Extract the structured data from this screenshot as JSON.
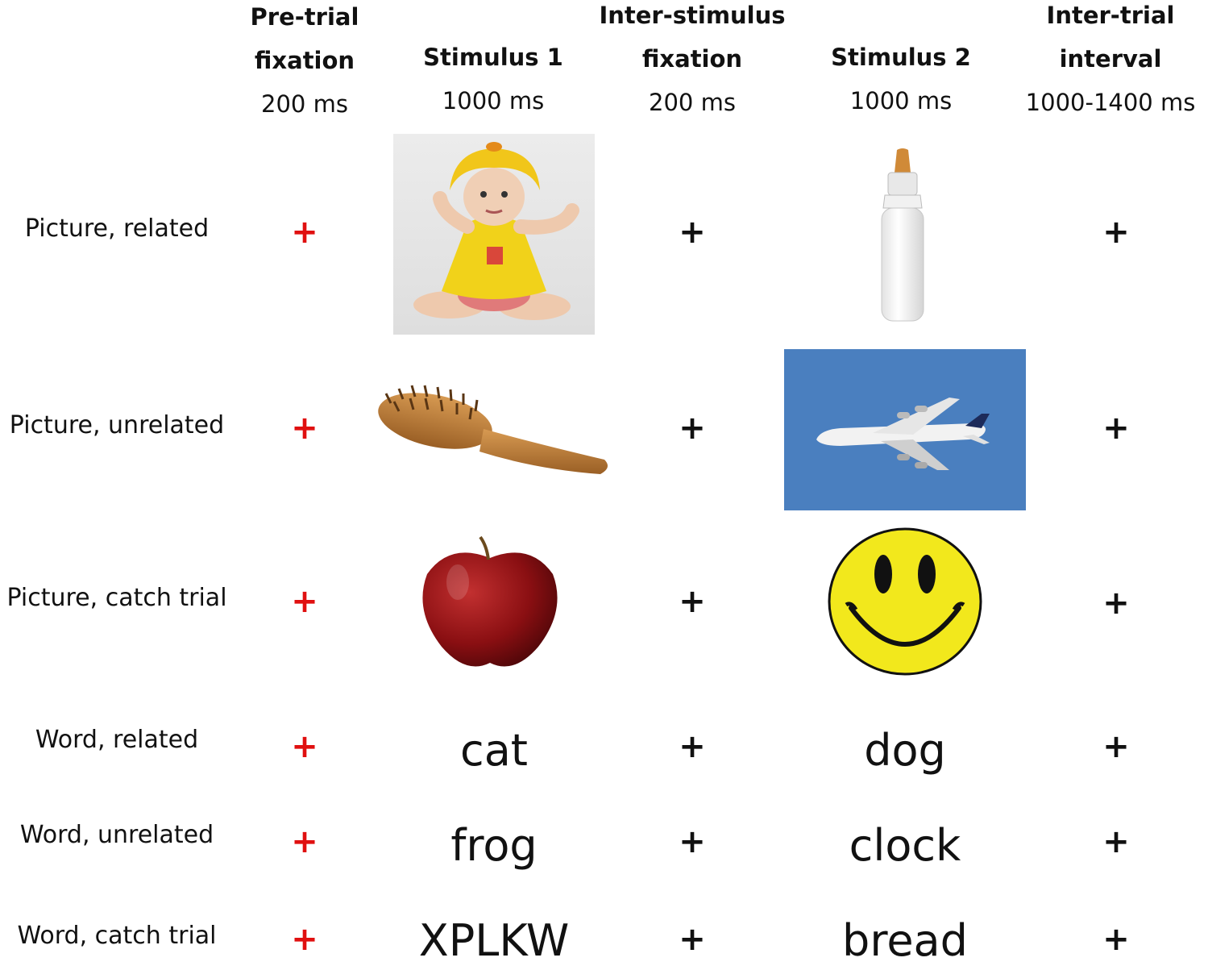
{
  "headers": [
    {
      "line1": "Pre-trial",
      "line2": "fixation",
      "duration": "200 ms"
    },
    {
      "line1": "",
      "line2": "Stimulus 1",
      "duration": "1000 ms"
    },
    {
      "line1": "Inter-stimulus",
      "line2": "fixation",
      "duration": "200 ms"
    },
    {
      "line1": "",
      "line2": "Stimulus 2",
      "duration": "1000 ms"
    },
    {
      "line1": "Inter-trial",
      "line2": "interval",
      "duration": "1000-1400 ms"
    }
  ],
  "rows": [
    {
      "label": "Picture, related",
      "stim1_image": "baby-photo",
      "stim2_image": "baby-bottle-photo"
    },
    {
      "label": "Picture, unrelated",
      "stim1_image": "hairbrush-photo",
      "stim2_image": "airplane-photo"
    },
    {
      "label": "Picture, catch trial",
      "stim1_image": "apple-photo",
      "stim2_image": "smiley-face"
    },
    {
      "label": "Word, related",
      "stim1_word": "cat",
      "stim2_word": "dog"
    },
    {
      "label": "Word, unrelated",
      "stim1_word": "frog",
      "stim2_word": "clock"
    },
    {
      "label": "Word, catch trial",
      "stim1_word": "XPLKW",
      "stim2_word": "bread"
    }
  ],
  "fixation_symbol": "+",
  "colors": {
    "pretrial_cross": "#e01010",
    "fixation_cross": "#111111",
    "sky": "#4a7fbf",
    "smiley": "#f2e81c"
  }
}
